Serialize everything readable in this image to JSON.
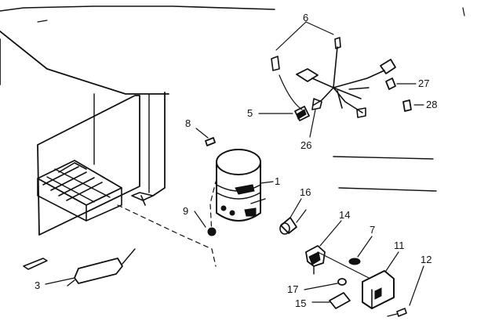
{
  "callouts": {
    "c1": "1",
    "c3": "3",
    "c5": "5",
    "c6": "6",
    "c7": "7",
    "c8": "8",
    "c9": "9",
    "c11": "11",
    "c12": "12",
    "c14": "14",
    "c15": "15",
    "c16": "16",
    "c17": "17",
    "c26": "26",
    "c27": "27",
    "c28": "28"
  }
}
